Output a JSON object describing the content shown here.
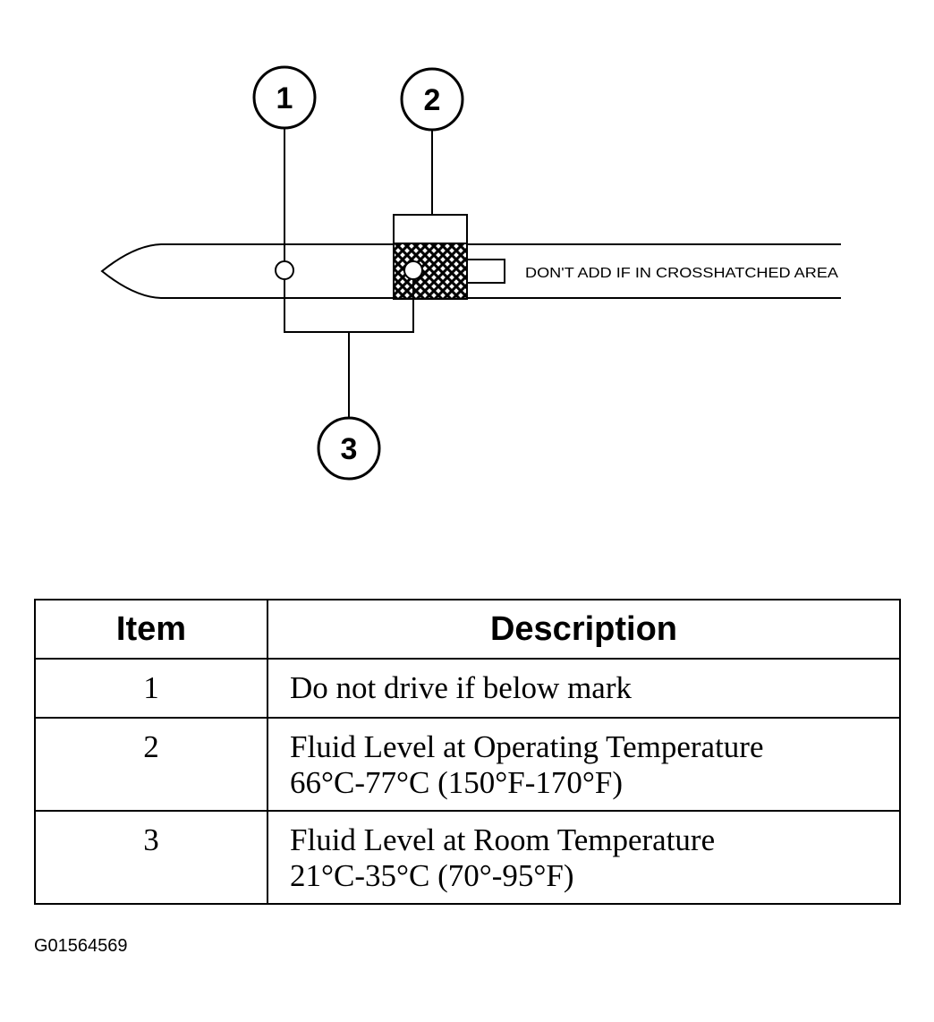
{
  "diagram": {
    "callouts": [
      {
        "number": "1"
      },
      {
        "number": "2"
      },
      {
        "number": "3"
      }
    ],
    "caption": "DON'T ADD IF IN CROSSHATCHED AREA"
  },
  "table": {
    "headers": {
      "item": "Item",
      "description": "Description"
    },
    "rows": [
      {
        "item": "1",
        "description": [
          "Do not drive if below mark"
        ]
      },
      {
        "item": "2",
        "description": [
          "Fluid Level at Operating Temperature",
          "66°C-77°C (150°F-170°F)"
        ]
      },
      {
        "item": "3",
        "description": [
          "Fluid Level at Room Temperature",
          "21°C-35°C (70°-95°F)"
        ]
      }
    ]
  },
  "figure_code": "G01564569"
}
